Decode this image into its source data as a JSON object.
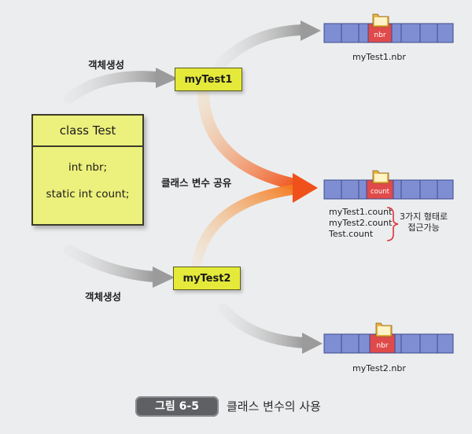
{
  "class_box": {
    "title": "class Test",
    "field1": "int nbr;",
    "field2": "static int count;"
  },
  "objects": {
    "obj1": "myTest1",
    "obj2": "myTest2"
  },
  "labels": {
    "create1": "객체생성",
    "create2": "객체생성",
    "share": "클래스 변수 공유"
  },
  "memory": {
    "cell1": "nbr",
    "cap1": "myTest1.nbr",
    "cell_count": "count",
    "cell3": "nbr",
    "cap3": "myTest2.nbr"
  },
  "access": {
    "line1": "myTest1.count",
    "line2": "myTest2.count",
    "line3": "Test.count"
  },
  "note": {
    "line1": "3가지 형태로",
    "line2": "접근가능"
  },
  "figure": {
    "badge": "그림 6-5",
    "title": "클래스 변수의 사용"
  },
  "colors": {
    "class_fill": "#ecf07c",
    "object_fill": "#e5ea3a",
    "memory_blue": "#7f8ed3",
    "cell_red": "#e04a4a",
    "share_arrow": "#f05a1e",
    "gray_arrow": "#a9a9a9"
  }
}
